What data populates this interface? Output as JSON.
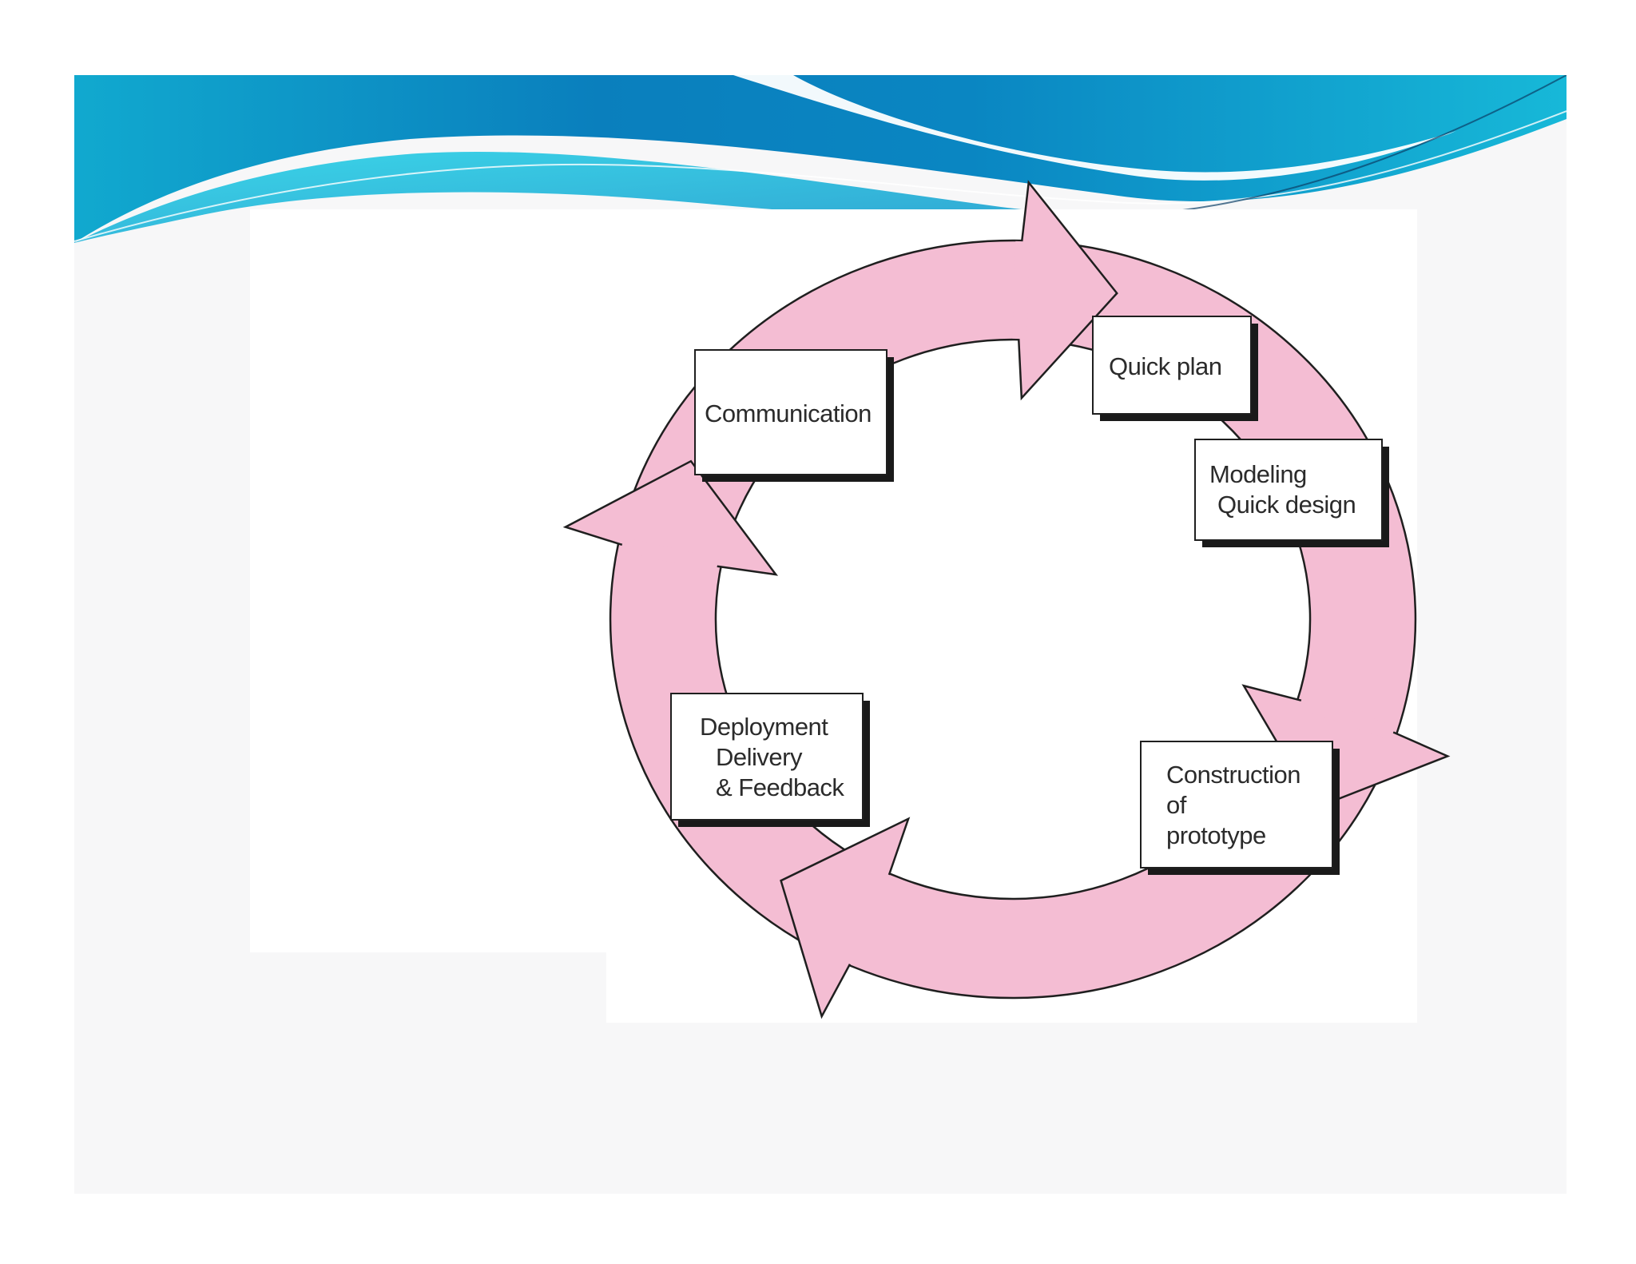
{
  "diagram": {
    "stages": [
      {
        "id": "communication",
        "lines": [
          "Communication"
        ]
      },
      {
        "id": "quick-plan",
        "lines": [
          "Quick plan"
        ]
      },
      {
        "id": "modeling",
        "lines": [
          "Modeling",
          "Quick design"
        ]
      },
      {
        "id": "construction",
        "lines": [
          "Construction",
          "of",
          "prototype"
        ]
      },
      {
        "id": "deployment",
        "lines": [
          "Deployment",
          "Delivery",
          "& Feedback"
        ]
      }
    ]
  },
  "colors": {
    "ring_fill": "#f4bdd3",
    "ring_stroke": "#1f1f1f",
    "box_fill": "#ffffff",
    "box_shadow": "#1a1a1a",
    "wave_dark": "#0a78b8",
    "wave_light": "#1ec6e2"
  }
}
